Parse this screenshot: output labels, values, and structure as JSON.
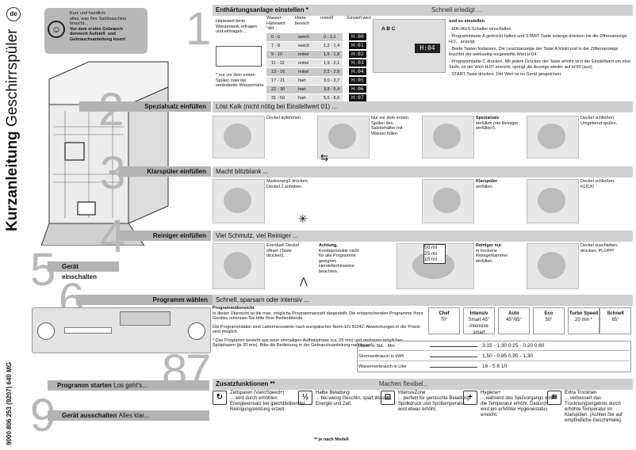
{
  "lang_badge": "de",
  "title_bold": "Kurzanleitung",
  "title_rest": "Geschirrspüler",
  "doc_number": "9000 806 253 (9207) 640 MG",
  "intro": {
    "line1": "Kurz und handlich:",
    "line2": "alles, was Ihre Spülmaschine",
    "line3": "braucht...",
    "bold1": "Vor dem ersten Gebrauch",
    "bold2": "dennoch Aufstell- und",
    "bold3": "Gebrauchsanleitung lesen!"
  },
  "steps": {
    "s1": "1",
    "s2": "2",
    "s3": "3",
    "s4": "4",
    "s5": "5",
    "s6": "6",
    "s7": "7",
    "s8": "8",
    "s9": "9"
  },
  "section1": {
    "title": "Enthärtungsanlage einstellen *",
    "right": "Schnell erledigt ...",
    "hardness_text": "Härtewert beim Wasserwerk erfragen und eintragen ...",
    "col_hardness": "Wasser-Härtewert °dH",
    "col_range": "Härte-bereich",
    "col_mmol": "mmol/l",
    "col_setting": "Einstell-wert",
    "rows": [
      {
        "dh": "0 - 6",
        "range": "weich",
        "mmol": "0 - 1,1",
        "set": "H:00"
      },
      {
        "dh": "7 - 8",
        "range": "weich",
        "mmol": "1,2 - 1,4",
        "set": "H:01"
      },
      {
        "dh": "9 - 10",
        "range": "mittel",
        "mmol": "1,5 - 1,8",
        "set": "H:02"
      },
      {
        "dh": "11 - 12",
        "range": "mittel",
        "mmol": "1,9 - 2,1",
        "set": "H:03"
      },
      {
        "dh": "13 - 16",
        "range": "mittel",
        "mmol": "2,2 - 2,9",
        "set": "H:04"
      },
      {
        "dh": "17 - 21",
        "range": "hart",
        "mmol": "3,0 - 3,7",
        "set": "H:05"
      },
      {
        "dh": "22 - 30",
        "range": "hart",
        "mmol": "3,8 - 5,4",
        "set": "H:06"
      },
      {
        "dh": "31 - 50",
        "range": "hart",
        "mmol": "5,5 - 8,9",
        "set": "H:07"
      }
    ],
    "footnote": "* nur vor dem ersten Spülen oder bei veränderter Wasserhärte",
    "key_labels": "A B C",
    "display": "H:04",
    "howto_title": "und so einstellen",
    "howto": [
      "- EIN-/AUS-Schalter einschalten",
      "- Programmtaste A gedrückt halten und START-Taste solange drücken bis die Ziffernanzeige H:0... anzeigt.",
      "- Beide Tasten loslassen. Die Leuchtanzeige der Taste A blinkt und in der Ziffernanzeige leuchtet der werkseitig eingestellte Wert H:04.",
      "- Programmtaste C drücken. Mit jedem Drücken der Taste erhöht sich der Einstellwert um eine Stufe; ist der Wert H:07 erreicht, springt die Anzeige wieder auf H:00 (aus).",
      "- START-Taste drücken. Der Wert ist im Gerät gespeichert."
    ]
  },
  "section2": {
    "label": "Spezialsalz einfüllen",
    "bar": "Löst Kalk (nicht nötig bei Einstellwert 01) ...",
    "t1": "Deckel aufdrehen.",
    "t2": "Nur vor dem ersten Spülen den Salzbehälter mit Wasser füllen.",
    "t3a": "Spezialsalz",
    "t3b": "einfüllen (nie Reiniger einfüllen!).",
    "t4": "Deckel schließen. Umgebend spülen."
  },
  "section3": {
    "label": "Klarspüler einfüllen",
    "bar": "Macht blitzblank ...",
    "t1": "Markierung1 drücken, Deckel 2 anheben.",
    "t2a": "Klarspüler",
    "t2b": "einfüllen.",
    "t3": "Deckel schließen. KLICK!"
  },
  "section4": {
    "label": "Reiniger einfüllen",
    "bar": "Viel Schmutz, viel Reiniger ...",
    "t1": "Eventuell Deckel öffnen (Taste drücken).",
    "t2a": "Achtung,",
    "t2b": "Kombiprodukte nicht für alle Programme geeignet, Herstellerhinweise beachten.",
    "m1": "50 ml",
    "m2": "25 ml",
    "m3": "15 ml",
    "t3a": "Reiniger nur",
    "t3b": "in trockene Reinigerkammer einfüllen.",
    "t4": "Deckel zuschieben, drücken. PLOPP!"
  },
  "section5": {
    "label": "Gerät einschalten"
  },
  "section6": {
    "label": "Programm wählen",
    "bar": "Schnell, sparsam oder intensiv ...",
    "overview_title": "Programmübersicht",
    "overview_text": "In dieser Übersicht ist die max. mögliche Programmanzahl dargestellt. Die entsprechenden Programme Ihres Gerätes erkennen Sie bitte Ihrer Bedienblende.",
    "norm_text": "Die Programmdaten sind Labormesswerte nach europäischer Norm EN 50242. Abweichungen in der Praxis sind möglich.",
    "note_text": "* Das Programm besteht aus einer einmaligen Aufheizphase (ca. 25 min) und mehreren möglichen Spülphasen (je 20 min). Bitte die Bedienung in der Gebrauchsanleitung nachlesen!",
    "programs": [
      {
        "name": "Chef",
        "temp": "70°"
      },
      {
        "name": "Intensiv",
        "temp": "Smart 45°"
      },
      {
        "name": "Auto",
        "temp": "45°/65°"
      },
      {
        "name": "Eco",
        "temp": "50°"
      },
      {
        "name": "Turbo Speed",
        "temp": "20 min *"
      },
      {
        "name": "Schnell",
        "temp": "65°"
      }
    ],
    "intensive_smart": "intensive smart",
    "consumption": [
      {
        "label": "Dauer in Std. : Min.",
        "value": "3:15 - 1:30 0:25 - 0:20 0:60"
      },
      {
        "label": "Stromverbrauch in kWh",
        "value": "1,50 - 0,85 0,95 - 1,30"
      },
      {
        "label": "Wasserverbrauch in Liter",
        "value": "16 - 5 8 10"
      }
    ]
  },
  "section7": {
    "bar_left": "Zusatzfunktionen **",
    "bar_right": "Machen flexibel...",
    "functions": [
      {
        "icon": "↻",
        "title": "Zeitsparen (VarioSpeed+)",
        "text": "... wird durch erhöhten Energieeinsatz bei gleichbleibender Reinigungsleistung erzielt."
      },
      {
        "icon": "½",
        "title": "Halbe Beladung",
        "text": "... bei wenig Geschirr, spart Wasser, Energie und Zeit."
      },
      {
        "icon": "⊡",
        "title": "IntensivZone",
        "text": "... perfekt für gemischte Beladung. Spülkdruck und Spültemperatur wird etwas erhöht."
      },
      {
        "icon": "+",
        "title": "Hygiene+",
        "text": "... während des Spülvorgangs wird die Temperatur erhöht. Dadurch wird ein erhöhter Hygienestatus erreicht."
      },
      {
        "icon": "≋",
        "title": "Extra Trocknen",
        "text": "... verbessert das Trocknungsergebnis durch erhöhte Temperatur im Klarspülen. (Achten Sie auf empfindliche Geschirrteile)."
      }
    ],
    "model_note": "** je nach Modell"
  },
  "section8": {
    "label": "Programm starten",
    "rest": "Los geht's..."
  },
  "section9": {
    "label": "Gerät ausschalten",
    "rest": "Alles klar..."
  }
}
